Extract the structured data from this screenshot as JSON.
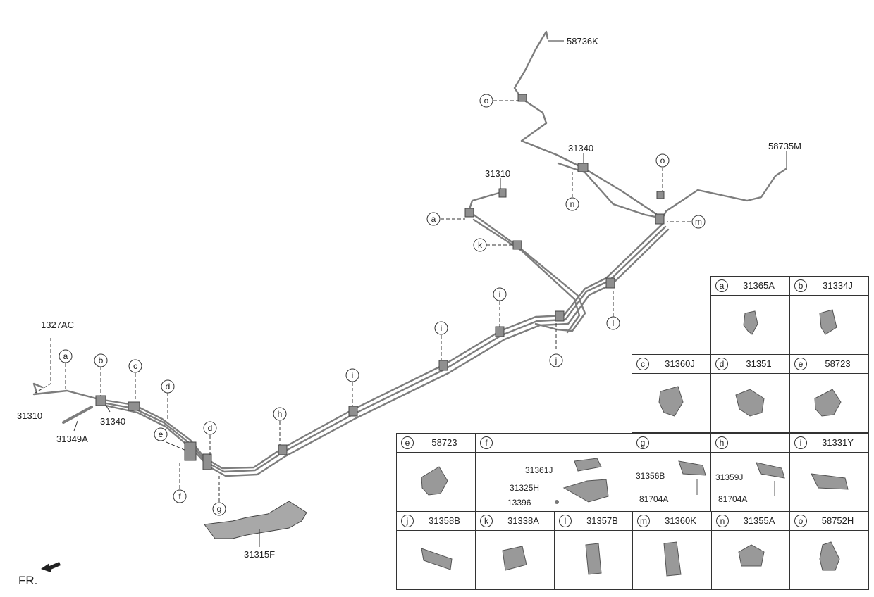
{
  "diagram": {
    "callouts": [
      {
        "id": "c-58736K",
        "text": "58736K"
      },
      {
        "id": "c-58735M",
        "text": "58735M"
      },
      {
        "id": "c-31340-top",
        "text": "31340"
      },
      {
        "id": "c-31310-top",
        "text": "31310"
      },
      {
        "id": "c-1327AC",
        "text": "1327AC"
      },
      {
        "id": "c-31310-left",
        "text": "31310"
      },
      {
        "id": "c-31340-left",
        "text": "31340"
      },
      {
        "id": "c-31349A",
        "text": "31349A"
      },
      {
        "id": "c-31315F",
        "text": "31315F"
      }
    ],
    "markers": [
      {
        "id": "m-o1",
        "letter": "o"
      },
      {
        "id": "m-o2",
        "letter": "o"
      },
      {
        "id": "m-n",
        "letter": "n"
      },
      {
        "id": "m-m",
        "letter": "m"
      },
      {
        "id": "m-a-top",
        "letter": "a"
      },
      {
        "id": "m-k",
        "letter": "k"
      },
      {
        "id": "m-l",
        "letter": "l"
      },
      {
        "id": "m-i1",
        "letter": "i"
      },
      {
        "id": "m-i2",
        "letter": "i"
      },
      {
        "id": "m-i3",
        "letter": "i"
      },
      {
        "id": "m-j",
        "letter": "j"
      },
      {
        "id": "m-h",
        "letter": "h"
      },
      {
        "id": "m-a-left",
        "letter": "a"
      },
      {
        "id": "m-b",
        "letter": "b"
      },
      {
        "id": "m-c",
        "letter": "c"
      },
      {
        "id": "m-d1",
        "letter": "d"
      },
      {
        "id": "m-d2",
        "letter": "d"
      },
      {
        "id": "m-e",
        "letter": "e"
      },
      {
        "id": "m-f",
        "letter": "f"
      },
      {
        "id": "m-g",
        "letter": "g"
      }
    ],
    "front_label": "FR."
  },
  "table": {
    "cells": [
      {
        "letter": "a",
        "part": "31365A"
      },
      {
        "letter": "b",
        "part": "31334J"
      },
      {
        "letter": "c",
        "part": "31360J"
      },
      {
        "letter": "d",
        "part": "31351"
      },
      {
        "letter": "e",
        "part": "58723"
      },
      {
        "letter": "e",
        "part": "58723"
      },
      {
        "letter": "f",
        "part": "",
        "subparts": [
          "31361J",
          "31325H",
          "13396"
        ]
      },
      {
        "letter": "g",
        "part": "",
        "subparts": [
          "31356B",
          "81704A"
        ]
      },
      {
        "letter": "h",
        "part": "",
        "subparts": [
          "31359J",
          "81704A"
        ]
      },
      {
        "letter": "i",
        "part": "31331Y"
      },
      {
        "letter": "j",
        "part": "31358B"
      },
      {
        "letter": "k",
        "part": "31338A"
      },
      {
        "letter": "l",
        "part": "31357B"
      },
      {
        "letter": "m",
        "part": "31360K"
      },
      {
        "letter": "n",
        "part": "31355A"
      },
      {
        "letter": "o",
        "part": "58752H"
      }
    ]
  },
  "colors": {
    "line": "#333333",
    "pipe": "#8a8a8a",
    "part": "#9a9a9a"
  }
}
